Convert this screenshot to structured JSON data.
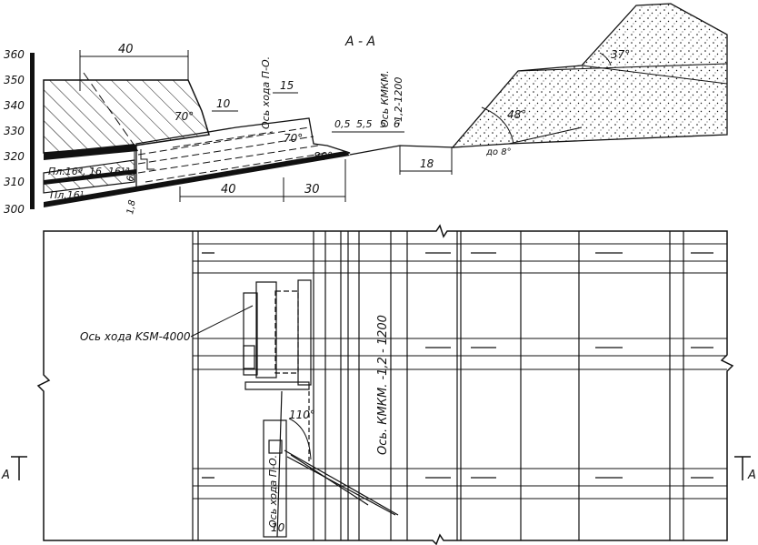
{
  "section_title": "A - A",
  "elevation_scale": [
    "360",
    "350",
    "340",
    "330",
    "320",
    "310",
    "300"
  ],
  "section_dimensions": {
    "top_width": "40",
    "bench_width_1": "10",
    "bench_width_2": "15",
    "lower_length_1": "40",
    "lower_length_2": "30",
    "gap_18": "18",
    "small_1": "0,5",
    "small_2": "5,5",
    "small_3": "5",
    "small_4": "6"
  },
  "section_angles": {
    "slope_left": "70°",
    "slope_bench": "70°",
    "slope_low": "80°",
    "dump_face": "48°",
    "dump_top": "37°",
    "dump_base": "до 8°"
  },
  "section_labels": {
    "axis_po": "Ось хода П-О.",
    "axis_kmkm": "Ось КМКМ.",
    "axis_kmkm_2": "-1,2-1200",
    "seams_upper": "Пл.16ª, 16, 16¹ª",
    "seams_lower": "Пл.16¹",
    "thickness_1": "60",
    "thickness_2": "1,8"
  },
  "plan_labels": {
    "axis_ksm": "Ось хода KSM-4000",
    "axis_kmkm": "Ось. КМКМ. -1,2 - 1200",
    "axis_po": "Ось хода П-О.",
    "angle_110": "110°",
    "dim_10": "10",
    "section_mark_left": "A",
    "section_mark_right": "A"
  }
}
